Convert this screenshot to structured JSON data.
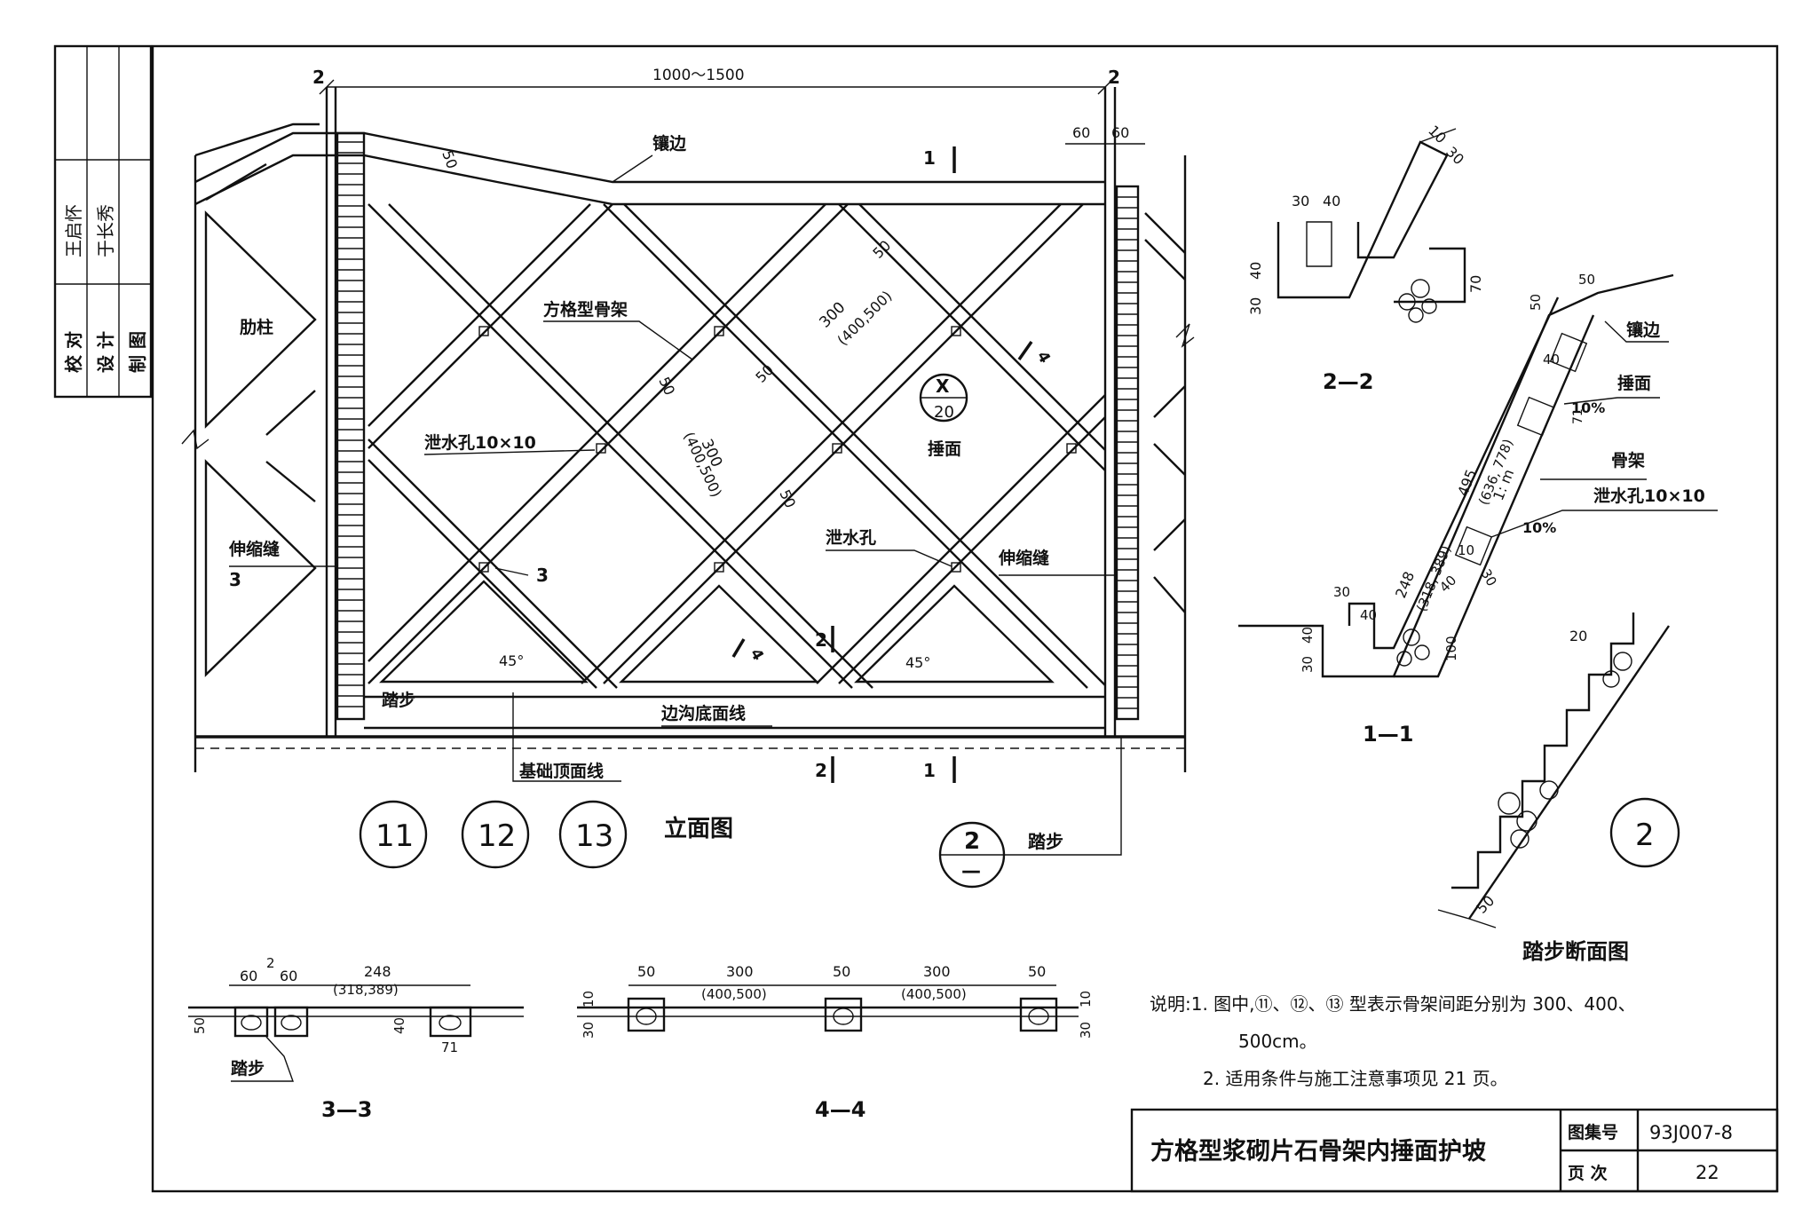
{
  "side_block": {
    "rows": [
      {
        "role": "校  对",
        "name": "王启怀"
      },
      {
        "role": "设  计",
        "name": "于长秀"
      },
      {
        "role": "制  图",
        "name": ""
      }
    ]
  },
  "elevation": {
    "top_dim": "1000～1500",
    "sec_marks": {
      "two": "2",
      "one": "1",
      "three": "3",
      "four": "4"
    },
    "dim_60": "60",
    "dim_50": "50",
    "dim_300": "300",
    "dim_300_alt": "(400,500)",
    "labels": {
      "edge": "镶边",
      "rib": "肋柱",
      "grid_frame": "方格型骨架",
      "weep_hole_size": "泄水孔10×10",
      "weep_hole": "泄水孔",
      "expansion_joint": "伸缩缝",
      "turf": "捶面",
      "step": "踏步",
      "ditch_line": "边沟底面线",
      "foundation_line": "基础顶面线",
      "angle": "45°"
    },
    "detail_ref": {
      "num": "X",
      "sheet": "20"
    },
    "type_circles": [
      "11",
      "12",
      "13"
    ],
    "title": "立面图",
    "step_ref": {
      "num": "2",
      "sheet": "—",
      "label": "踏步"
    }
  },
  "section_2_2": {
    "title": "2—2",
    "dims": [
      "10",
      "30",
      "30",
      "40",
      "40",
      "30",
      "70"
    ]
  },
  "section_1_1": {
    "title": "1—1",
    "dims": {
      "top50": "50",
      "left50": "50",
      "d40": "40",
      "d495": "495",
      "d495b": "(636, 778)",
      "d248": "248",
      "d248b": "(318, 389)",
      "d10": "10",
      "d30": "30",
      "d40b": "40",
      "d30b": "30",
      "d40c": "40",
      "d100": "100",
      "d30c": "30",
      "d40d": "40",
      "d71": "71"
    },
    "slope": "1: m",
    "pct": "10%",
    "labels": {
      "edge": "镶边",
      "turf": "捶面",
      "frame": "骨架",
      "weep": "泄水孔10×10"
    }
  },
  "step_section": {
    "dims": [
      "20",
      "50"
    ],
    "circle": "2",
    "title": "踏步断面图"
  },
  "section_3_3": {
    "title": "3—3",
    "dims": [
      "60",
      "2",
      "60",
      "248",
      "(318,389)",
      "50",
      "40",
      "71"
    ],
    "label": "踏步"
  },
  "section_4_4": {
    "title": "4—4",
    "dims": [
      "50",
      "300",
      "50",
      "300",
      "50",
      "(400,500)",
      "(400,500)",
      "10",
      "30",
      "10",
      "30"
    ]
  },
  "notes": {
    "line1": "说明:1. 图中,⑪、⑫、⑬ 型表示骨架间距分别为 300、400、",
    "line1b": "500cm。",
    "line2": "2. 适用条件与施工注意事项见 21 页。"
  },
  "title_block": {
    "title": "方格型浆砌片石骨架内捶面护坡",
    "atlas_label": "图集号",
    "atlas_value": "93J007-8",
    "page_label": "页    次",
    "page_value": "22"
  }
}
